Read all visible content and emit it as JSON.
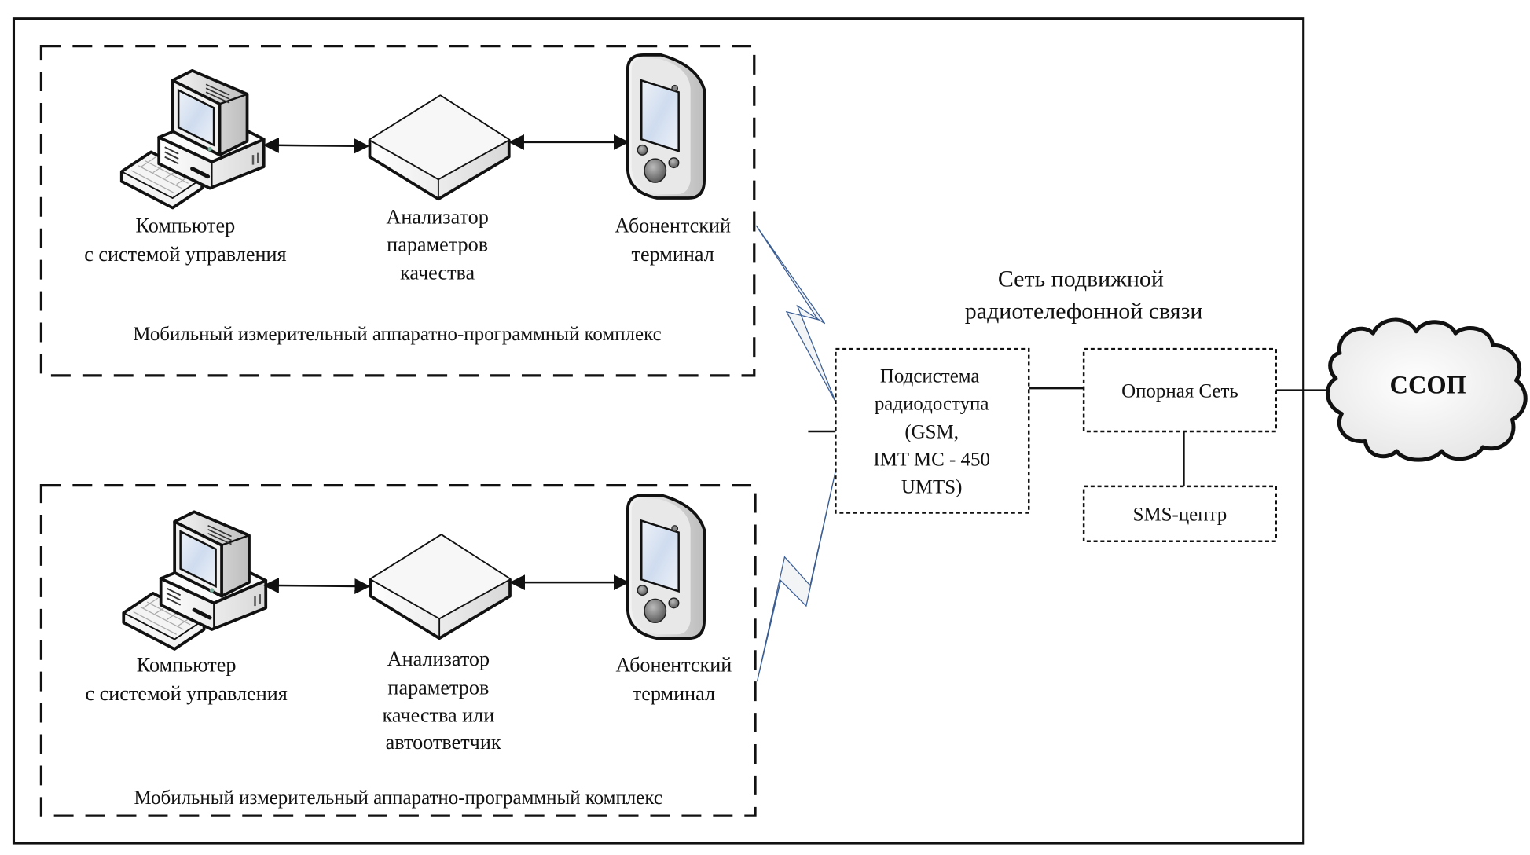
{
  "colors": {
    "stroke": "#111111",
    "bolt_fill": "#f3f4f6",
    "bolt_stroke": "#3a5d94",
    "screen": "#dce6f4",
    "cloud_fill": "#f2f2f2"
  },
  "groups": [
    {
      "caption": "Мобильный измерительный аппаратно-программный комплекс",
      "computer": {
        "icon": "desktop-computer-icon",
        "label_lines": [
          "Компьютер",
          "с системой управления"
        ]
      },
      "analyzer": {
        "icon": "analyzer-box-icon",
        "label_lines": [
          "Анализатор",
          "параметров",
          "качества"
        ]
      },
      "terminal": {
        "icon": "pda-terminal-icon",
        "label_lines": [
          "Абонентский",
          "терминал"
        ]
      }
    },
    {
      "caption": "Мобильный измерительный аппаратно-программный комплекс",
      "computer": {
        "icon": "desktop-computer-icon",
        "label_lines": [
          "Компьютер",
          "с системой управления"
        ]
      },
      "analyzer": {
        "icon": "analyzer-box-icon",
        "label_lines": [
          "Анализатор",
          "параметров",
          "качества или",
          "автоответчик"
        ]
      },
      "terminal": {
        "icon": "pda-terminal-icon",
        "label_lines": [
          "Абонентский",
          "терминал"
        ]
      }
    }
  ],
  "network": {
    "title_lines": [
      "Сеть подвижной",
      "радиотелефонной связи"
    ],
    "radio_access": {
      "lines": [
        "Подсистема",
        "радиодоступа",
        "(GSM,",
        "IMT MC - 450",
        "UMTS)"
      ]
    },
    "core": {
      "label": "Опорная Сеть"
    },
    "sms": {
      "label": "SMS-центр"
    }
  },
  "cloud": {
    "label": "ССОП",
    "icon": "cloud-icon"
  }
}
